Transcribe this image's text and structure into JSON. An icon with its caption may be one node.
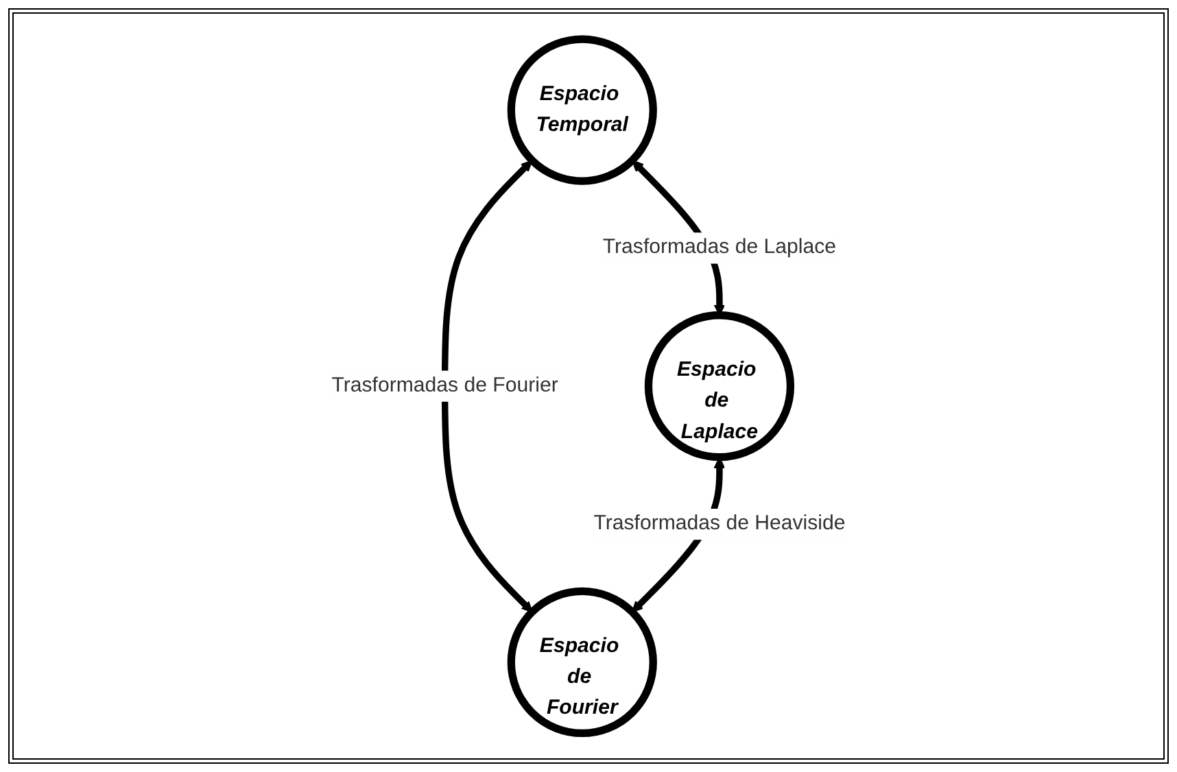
{
  "diagram": {
    "nodes": [
      {
        "text": [
          "Espacio Temporal"
        ]
      },
      {
        "text": [
          "Espacio de Laplace"
        ]
      },
      {
        "text": [
          "Espacio de Fourier"
        ]
      }
    ],
    "edges": [
      {
        "from": 0,
        "to": 1,
        "arrow": "both",
        "label": "Trasformadas de Laplace"
      },
      {
        "from": 0,
        "to": 2,
        "arrow": "both",
        "label": "Trasformadas de Fourier"
      },
      {
        "from": 1,
        "to": 2,
        "arrow": "both",
        "label": "Trasformadas de Heaviside"
      }
    ]
  }
}
